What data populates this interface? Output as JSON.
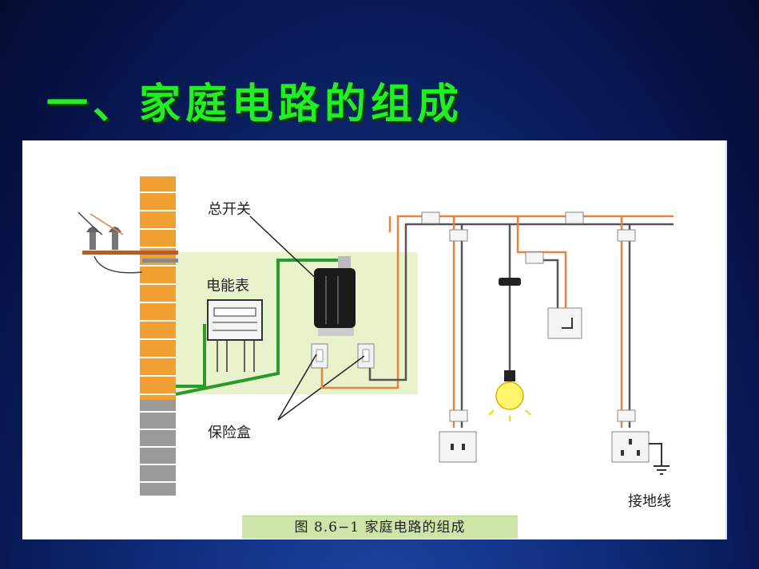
{
  "slide": {
    "title": "一、家庭电路的组成"
  },
  "diagram": {
    "labels": {
      "main_switch": "总开关",
      "meter": "电能表",
      "fuse_box": "保险盒",
      "ground_wire": "接地线"
    },
    "caption": "图 8.6−1   家庭电路的组成",
    "colors": {
      "live_wire": "#e8823c",
      "neutral_wire": "#555555",
      "service_wire": "#2a9a2a",
      "brick": "#f0a030",
      "brick_lower": "#9a9a9a",
      "panel_highlight": "#e8f3cc"
    }
  }
}
